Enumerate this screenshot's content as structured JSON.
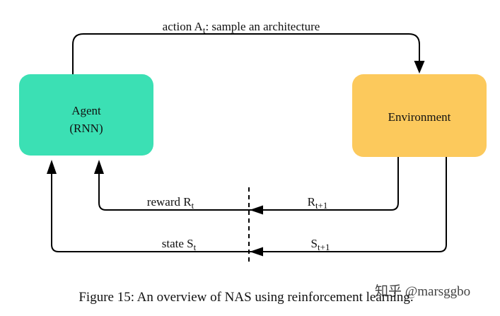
{
  "diagram": {
    "agent_box": {
      "line1": "Agent",
      "line2": "(RNN)"
    },
    "environment_box": {
      "label": "Environment"
    },
    "top_arrow": {
      "label_pre": "action A",
      "label_sub": "t",
      "label_post": ": sample an architecture"
    },
    "reward_arrow": {
      "label_pre": "reward R",
      "label_sub": "t",
      "return_pre": "R",
      "return_sub": "t+1"
    },
    "state_arrow": {
      "label_pre": "state S",
      "label_sub": "t",
      "return_pre": "S",
      "return_sub": "t+1"
    }
  },
  "caption": "Figure 15: An overview of NAS using reinforcement learning.",
  "watermark": "知乎 @marsggbo",
  "colors": {
    "agent_fill": "#3be0b4",
    "environment_fill": "#fcc95c",
    "line": "#000000",
    "watermark": "#bfbfbf",
    "background": "#ffffff"
  }
}
